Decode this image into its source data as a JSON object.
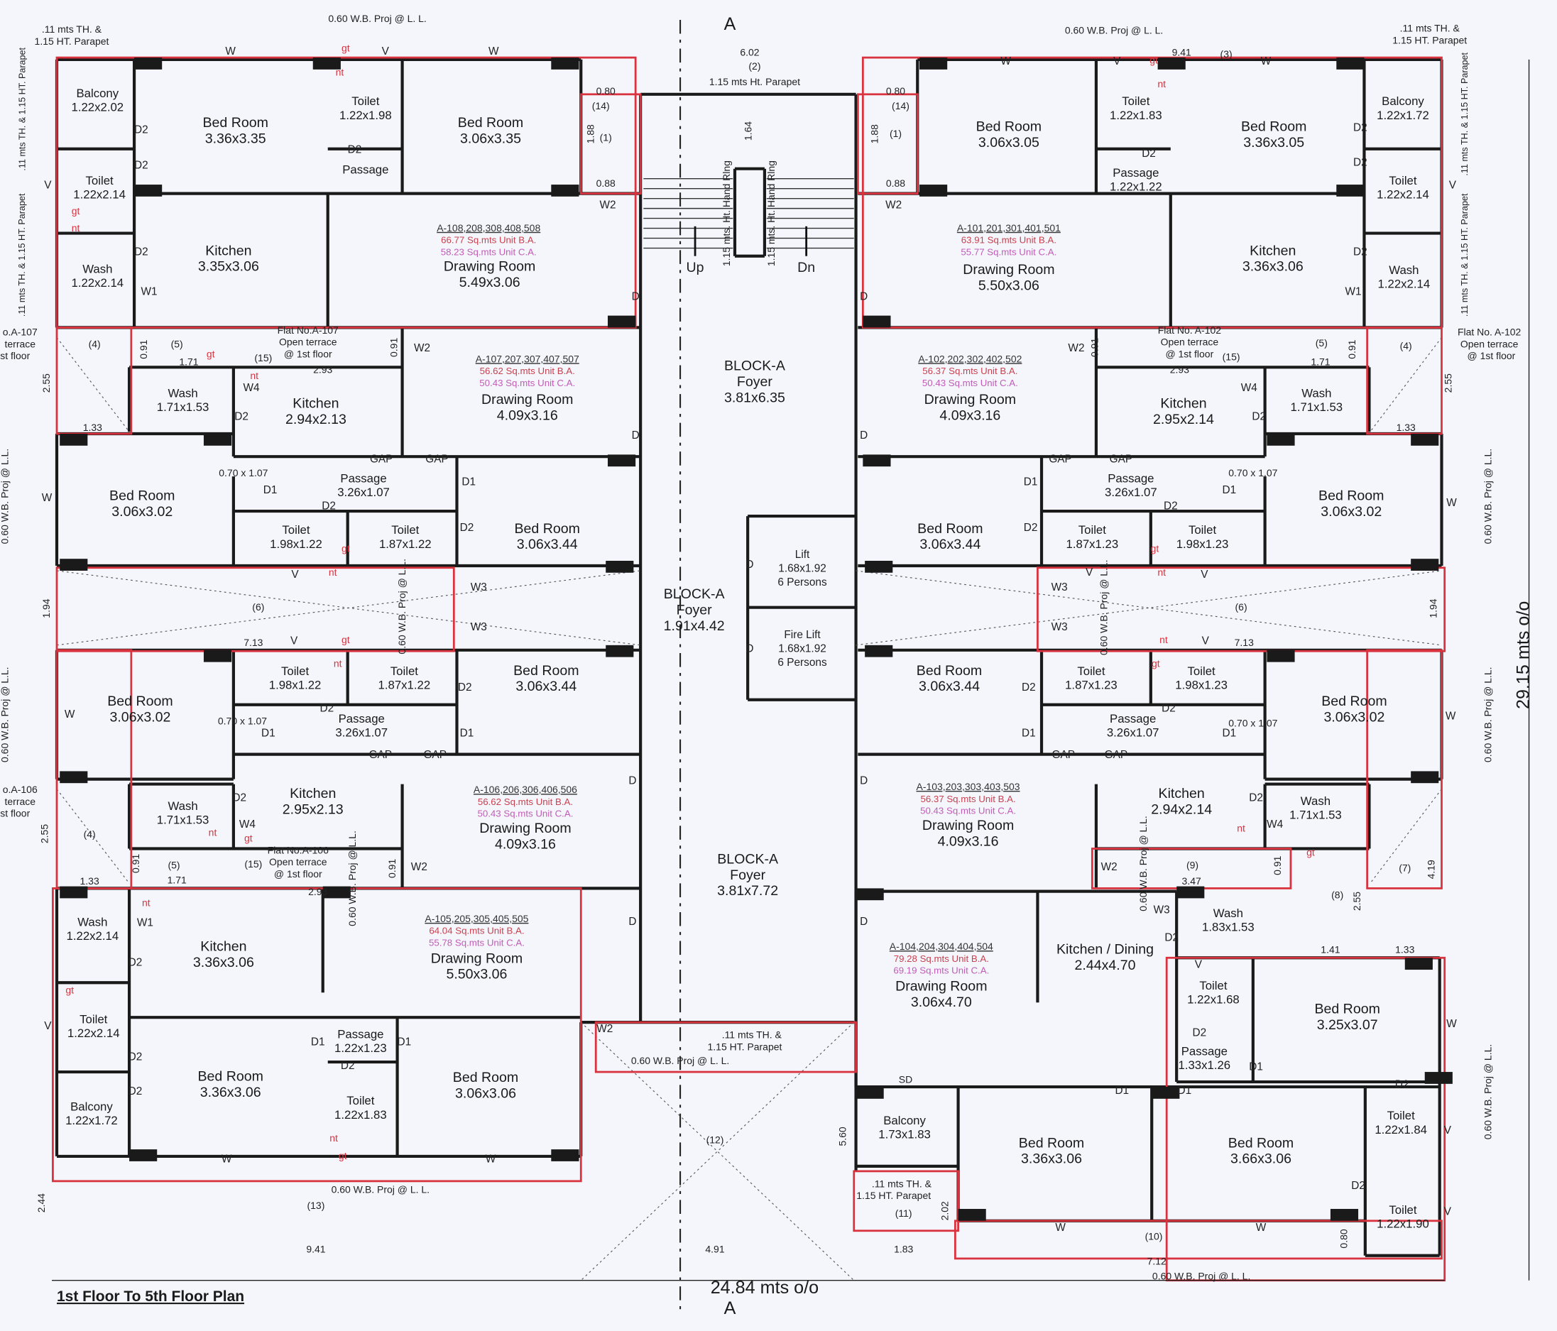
{
  "title": "1st Floor To 5th Floor Plan",
  "overall_width": "24.84 mts o/o",
  "overall_length": "29.15 mts o/o",
  "section_marker": "A",
  "colors": {
    "wall": "#1a1a1a",
    "parapet": "#d9333f",
    "built_area": "#c9414f",
    "carpet_area": "#c25cb8",
    "background": "#f4f6fb"
  },
  "core": {
    "foyers": [
      {
        "block": "BLOCK-A",
        "name": "Foyer",
        "size": "3.81x6.35"
      },
      {
        "block": "BLOCK-A",
        "name": "Foyer",
        "size": "1.91x4.42"
      },
      {
        "block": "BLOCK-A",
        "name": "Foyer",
        "size": "3.81x7.72"
      }
    ],
    "lifts": [
      {
        "name": "Lift",
        "size": "1.68x1.92",
        "capacity": "6 Persons"
      },
      {
        "name": "Fire Lift",
        "size": "1.68x1.92",
        "capacity": "6 Persons"
      }
    ],
    "stair_up": "Up",
    "stair_down": "Dn"
  },
  "units": [
    {
      "id": "A-108,208,308,408,508",
      "built_area": "66.77 Sq.mts Unit B.A.",
      "carpet_area": "58.23 Sq.mts Unit C.A."
    },
    {
      "id": "A-101,201,301,401,501",
      "built_area": "63.91 Sq.mts Unit B.A.",
      "carpet_area": "55.77 Sq.mts Unit C.A."
    },
    {
      "id": "A-107,207,307,407,507",
      "built_area": "56.62 Sq.mts Unit B.A.",
      "carpet_area": "50.43 Sq.mts Unit C.A."
    },
    {
      "id": "A-102,202,302,402,502",
      "built_area": "56.37 Sq.mts Unit B.A.",
      "carpet_area": "50.43 Sq.mts Unit C.A."
    },
    {
      "id": "A-106,206,306,406,506",
      "built_area": "56.62 Sq.mts Unit B.A.",
      "carpet_area": "50.43 Sq.mts Unit C.A."
    },
    {
      "id": "A-103,203,303,403,503",
      "built_area": "56.37 Sq.mts Unit B.A.",
      "carpet_area": "50.43 Sq.mts Unit C.A."
    },
    {
      "id": "A-105,205,305,405,505",
      "built_area": "64.04 Sq.mts Unit B.A.",
      "carpet_area": "55.78 Sq.mts Unit C.A."
    },
    {
      "id": "A-104,204,304,404,504",
      "built_area": "79.28 Sq.mts Unit B.A.",
      "carpet_area": "69.19 Sq.mts Unit C.A."
    }
  ],
  "rooms": [
    {
      "name": "Balcony",
      "size": "1.22x2.02"
    },
    {
      "name": "Bed Room",
      "size": "3.36x3.35"
    },
    {
      "name": "Toilet",
      "size": "1.22x1.98"
    },
    {
      "name": "Bed Room",
      "size": "3.06x3.35"
    },
    {
      "name": "Passage",
      "size": ""
    },
    {
      "name": "Toilet",
      "size": "1.22x2.14"
    },
    {
      "name": "Kitchen",
      "size": "3.35x3.06"
    },
    {
      "name": "Wash",
      "size": "1.22x2.14"
    },
    {
      "name": "Drawing Room",
      "size": "5.49x3.06"
    },
    {
      "name": "Bed Room",
      "size": "3.06x3.05"
    },
    {
      "name": "Toilet",
      "size": "1.22x1.83"
    },
    {
      "name": "Bed Room",
      "size": "3.36x3.05"
    },
    {
      "name": "Balcony",
      "size": "1.22x1.72"
    },
    {
      "name": "Passage",
      "size": "1.22x1.22"
    },
    {
      "name": "Toilet",
      "size": "1.22x2.14"
    },
    {
      "name": "Kitchen",
      "size": "3.36x3.06"
    },
    {
      "name": "Wash",
      "size": "1.22x2.14"
    },
    {
      "name": "Drawing Room",
      "size": "5.50x3.06"
    },
    {
      "name": "Wash",
      "size": "1.71x1.53"
    },
    {
      "name": "Kitchen",
      "size": "2.94x2.13"
    },
    {
      "name": "Drawing Room",
      "size": "4.09x3.16"
    },
    {
      "name": "Bed Room",
      "size": "3.06x3.02"
    },
    {
      "name": "Passage",
      "size": "3.26x1.07"
    },
    {
      "name": "Toilet",
      "size": "1.98x1.22"
    },
    {
      "name": "Toilet",
      "size": "1.87x1.22"
    },
    {
      "name": "Bed Room",
      "size": "3.06x3.44"
    },
    {
      "name": "Drawing Room",
      "size": "4.09x3.16"
    },
    {
      "name": "Kitchen",
      "size": "2.95x2.14"
    },
    {
      "name": "Wash",
      "size": "1.71x1.53"
    },
    {
      "name": "Bed Room",
      "size": "3.06x3.44"
    },
    {
      "name": "Passage",
      "size": "3.26x1.07"
    },
    {
      "name": "Bed Room",
      "size": "3.06x3.02"
    },
    {
      "name": "Toilet",
      "size": "1.87x1.23"
    },
    {
      "name": "Toilet",
      "size": "1.98x1.23"
    },
    {
      "name": "Bed Room",
      "size": "3.06x3.02"
    },
    {
      "name": "Toilet",
      "size": "1.98x1.22"
    },
    {
      "name": "Toilet",
      "size": "1.87x1.22"
    },
    {
      "name": "Bed Room",
      "size": "3.06x3.44"
    },
    {
      "name": "Passage",
      "size": "3.26x1.07"
    },
    {
      "name": "Wash",
      "size": "1.71x1.53"
    },
    {
      "name": "Kitchen",
      "size": "2.95x2.13"
    },
    {
      "name": "Drawing Room",
      "size": "4.09x3.16"
    },
    {
      "name": "Bed Room",
      "size": "3.06x3.44"
    },
    {
      "name": "Toilet",
      "size": "1.87x1.23"
    },
    {
      "name": "Toilet",
      "size": "1.98x1.23"
    },
    {
      "name": "Bed Room",
      "size": "3.06x3.02"
    },
    {
      "name": "Passage",
      "size": "3.26x1.07"
    },
    {
      "name": "Drawing Room",
      "size": "4.09x3.16"
    },
    {
      "name": "Kitchen",
      "size": "2.94x2.14"
    },
    {
      "name": "Wash",
      "size": "1.71x1.53"
    },
    {
      "name": "Wash",
      "size": "1.22x2.14"
    },
    {
      "name": "Kitchen",
      "size": "3.36x3.06"
    },
    {
      "name": "Drawing Room",
      "size": "5.50x3.06"
    },
    {
      "name": "Toilet",
      "size": "1.22x2.14"
    },
    {
      "name": "Passage",
      "size": "1.22x1.23"
    },
    {
      "name": "Bed Room",
      "size": "3.36x3.06"
    },
    {
      "name": "Bed Room",
      "size": "3.06x3.06"
    },
    {
      "name": "Toilet",
      "size": "1.22x1.83"
    },
    {
      "name": "Balcony",
      "size": "1.22x1.72"
    },
    {
      "name": "Drawing Room",
      "size": "3.06x4.70"
    },
    {
      "name": "Kitchen / Dining",
      "size": "2.44x4.70"
    },
    {
      "name": "Wash",
      "size": "1.83x1.53"
    },
    {
      "name": "Toilet",
      "size": "1.22x1.68"
    },
    {
      "name": "Bed Room",
      "size": "3.25x3.07"
    },
    {
      "name": "Passage",
      "size": "1.33x1.26"
    },
    {
      "name": "Balcony",
      "size": "1.73x1.83"
    },
    {
      "name": "Bed Room",
      "size": "3.36x3.06"
    },
    {
      "name": "Bed Room",
      "size": "3.66x3.06"
    },
    {
      "name": "Toilet",
      "size": "1.22x1.84"
    },
    {
      "name": "Toilet",
      "size": "1.22x1.90"
    }
  ],
  "annotations": [
    "0.60 W.B. Proj @ L. L.",
    ".11 mts TH. &",
    "1.15 HT. Parapet",
    "6.02",
    "(2)",
    "1.15 mts Ht. Parapet",
    "0.60 W.B. Proj @ L. L.",
    "9.41",
    "(3)",
    ".11 mts TH. &",
    "1.15 HT. Parapet",
    "0.80",
    "(14)",
    "(1)",
    "0.88",
    "0.80",
    "(14)",
    "(1)",
    "0.88",
    "1.64",
    "(4)",
    "(5)",
    "1.71",
    "(15)",
    "2.93",
    "Flat No.A-107",
    "Open terrace",
    "@ 1st floor",
    "(4)",
    "(5)",
    "1.71",
    "(15)",
    "2.93",
    "Flat No. A-102",
    "Open terrace",
    "@ 1st floor",
    "1.33",
    "1.33",
    "2.55",
    "2.55",
    "o.A-107",
    "terrace",
    "st floor",
    "Flat No. A-102",
    "Open terrace",
    "@ 1st floor",
    "(6)",
    "(6)",
    "1.94",
    "1.94",
    "7.13",
    "7.13",
    "(4)",
    "(5)",
    "1.71",
    "(15)",
    "2.93",
    "1.33",
    "2.55",
    "Flat No.A-106",
    "Open terrace",
    "@ 1st floor",
    "o.A-106",
    "terrace",
    "st floor",
    "(9)",
    "3.47",
    "(8)",
    "(7)",
    "4.19",
    "2.55",
    "1.41",
    "1.33",
    ".11 mts TH. &",
    "1.15 HT. Parapet",
    "0.60 W.B. Proj @ L. L.",
    "(12)",
    "5.60",
    "0.60 W.B. Proj @ L. L.",
    "(13)",
    "2.44",
    "9.41",
    "4.91",
    "1.83",
    ".11 mts TH. &",
    "1.15 HT. Parapet",
    "(11)",
    "2.02",
    "(10)",
    "7.12",
    "0.60 W.B. Proj @ L. L.",
    "0.80",
    "SD",
    ".11 mts TH. & 1.15 HT. Parapet",
    ".11 mts TH. & 1.15 HT. Parapet",
    ".11 mts TH. & 1.15 HT. Parapet",
    ".11 mts TH. & 1.15 HT. Parapet",
    "0.60 W.B. Proj @ L.L.",
    "0.60 W.B. Proj @ L.L.",
    "0.60 W.B. Proj @ L.L.",
    "0.60 W.B. Proj @ L.L.",
    "0.60 W.B. Proj @ L.L.",
    "1.15 mts. Ht. Hand Rlng",
    "1.15 mts. Ht. Hand Rlng",
    "0.70 x 1.07",
    "0.70 x 1.07",
    "0.70 x 1.07",
    "0.70 x 1.07",
    "0.60 W.B. Proj @ L.L.",
    "0.60 W.B. Proj @ L.L.",
    "0.60 W.B. Proj @ L.L.",
    "0.60 W.B. Proj @ L.L.",
    "0.91",
    "0.91",
    "0.91",
    "0.91",
    "0.91",
    "0.91",
    "0.91",
    "1.88",
    "1.88"
  ],
  "openings": [
    "W",
    "V",
    "W",
    "D2",
    "D2",
    "V",
    "D2",
    "W1",
    "D2",
    "W2",
    "D",
    "D",
    "W2",
    "W4",
    "D2",
    "GAP",
    "GAP",
    "D1",
    "D2",
    "D1",
    "D2",
    "W",
    "V",
    "W3",
    "W3",
    "V",
    "W",
    "D2",
    "D1",
    "D1",
    "D2",
    "GAP",
    "GAP",
    "D",
    "D2",
    "W4",
    "W2",
    "W1",
    "D2",
    "V",
    "D1",
    "D2",
    "D1",
    "D2",
    "D2",
    "W",
    "W",
    "D",
    "W2",
    "W",
    "V",
    "W",
    "D2",
    "D2",
    "D2",
    "V",
    "D2",
    "W1",
    "W2",
    "D",
    "D",
    "W2",
    "W4",
    "D2",
    "GAP",
    "GAP",
    "D1",
    "D2",
    "D1",
    "D2",
    "W",
    "V",
    "V",
    "W3",
    "W3",
    "V",
    "W",
    "D2",
    "D1",
    "D1",
    "D2",
    "GAP",
    "GAP",
    "D",
    "D2",
    "W4",
    "W2",
    "W3",
    "D2",
    "D",
    "V",
    "D2",
    "D1",
    "W",
    "D2",
    "D1",
    "D1",
    "V",
    "D2",
    "V",
    "W",
    "W",
    "D",
    "D"
  ],
  "markers": [
    "gt",
    "nt",
    "gt",
    "nt",
    "gt",
    "nt",
    "gt",
    "nt",
    "gt",
    "nt",
    "gt",
    "nt",
    "nt",
    "gt",
    "nt",
    "gt",
    "nt",
    "gt",
    "nt",
    "gt",
    "nt",
    "gt",
    "nt",
    "gt"
  ]
}
